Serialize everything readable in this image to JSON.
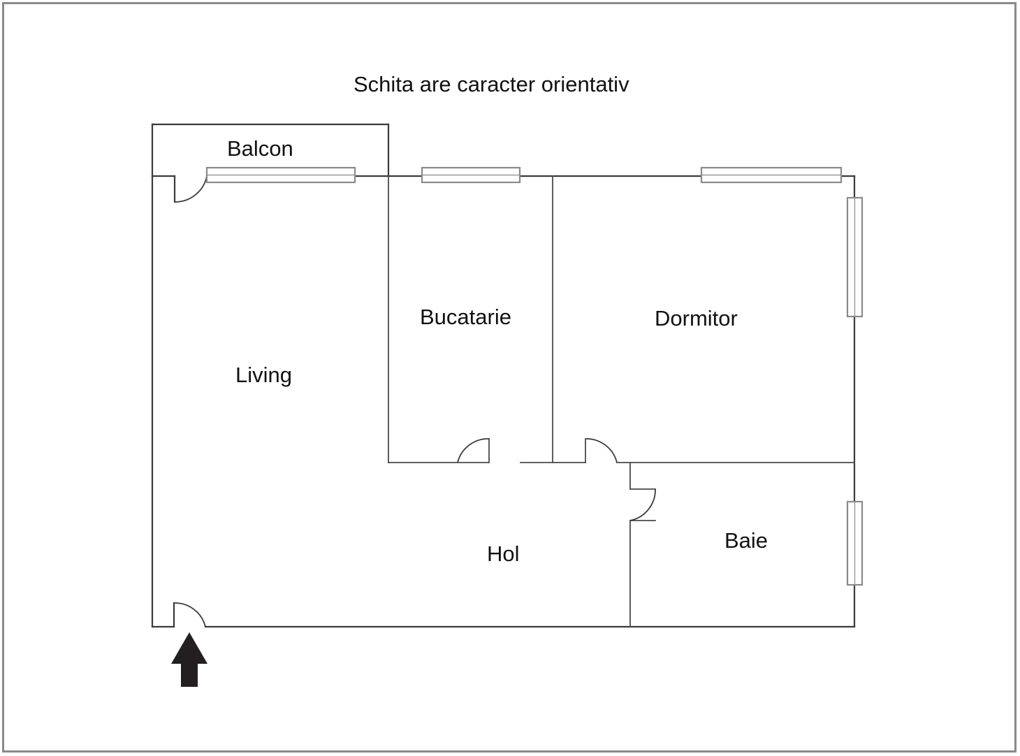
{
  "document": {
    "title": "Schita are caracter orientativ",
    "type": "apartment-floor-plan",
    "language": "ro"
  },
  "colors": {
    "wall": "#3a3a3a",
    "window_frame": "#8a8a8a",
    "arrow": "#231f20",
    "background": "#ffffff",
    "canvas_border": "#8a8a8a",
    "text": "#111111"
  },
  "rooms": [
    {
      "id": "balcon",
      "label": "Balcon"
    },
    {
      "id": "living",
      "label": "Living"
    },
    {
      "id": "bucatarie",
      "label": "Bucatarie"
    },
    {
      "id": "dormitor",
      "label": "Dormitor"
    },
    {
      "id": "hol",
      "label": "Hol"
    },
    {
      "id": "baie",
      "label": "Baie"
    }
  ],
  "features": {
    "entrance_arrow": "entry-direction-arrow",
    "doors": [
      "balcon-door",
      "bucatarie-door",
      "dormitor-door",
      "baie-door",
      "entrance-door"
    ],
    "windows": [
      "balcon-window",
      "bucatarie-window",
      "dormitor-window-top",
      "dormitor-window-right",
      "baie-window-right"
    ]
  }
}
